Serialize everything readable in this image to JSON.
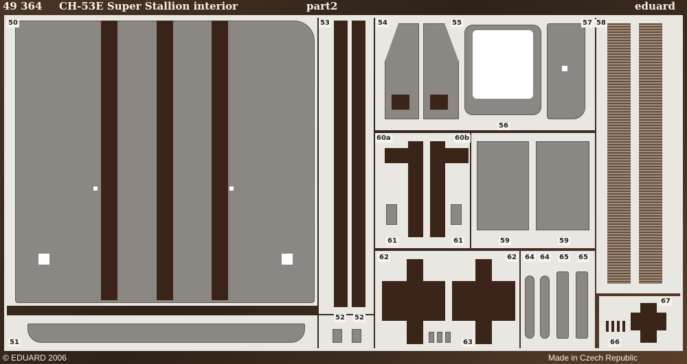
{
  "header": {
    "code": "49 364",
    "title": "CH-53E Super Stallion interior",
    "part": "part2",
    "brand": "eduard"
  },
  "footer": {
    "copyright": "© EDUARD 2006",
    "origin": "Made in Czech Republic"
  },
  "labels": {
    "p50": "50",
    "p51": "51",
    "p52a": "52",
    "p52b": "52",
    "p53": "53",
    "p54": "54",
    "p55": "55",
    "p56": "56",
    "p57": "57",
    "p58": "58",
    "p59a": "59",
    "p59b": "59",
    "p60a": "60a",
    "p60b": "60b",
    "p61a": "61",
    "p61b": "61",
    "p62a": "62",
    "p62b": "62",
    "p63": "63",
    "p64a": "64",
    "p64b": "64",
    "p65a": "65",
    "p65b": "65",
    "p66": "66",
    "p67": "67"
  },
  "colors": {
    "metal": "#8b8884",
    "frame": "#e9e7e2",
    "dark_etch": "#3a2518",
    "background": "#3a2a1e"
  }
}
